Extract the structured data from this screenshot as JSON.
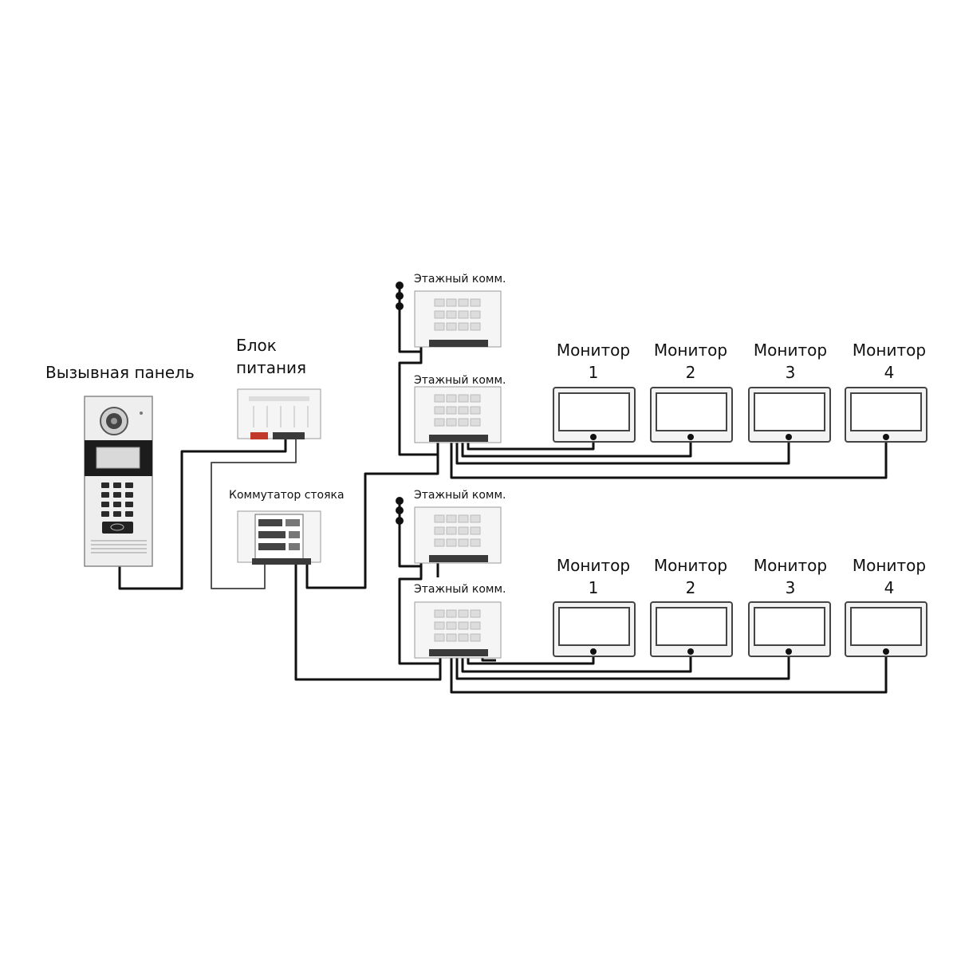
{
  "labels": {
    "call_panel": "Вызывная панель",
    "power_line1": "Блок",
    "power_line2": "питания",
    "riser_switch": "Коммутатор стояка",
    "floor_switch": "Этажный комм.",
    "monitor": "Монитор"
  },
  "monitor_numbers": [
    "1",
    "2",
    "3",
    "4"
  ],
  "colors": {
    "wire": "#111111",
    "device_body": "#f4f4f4",
    "device_border": "#9a9a9a",
    "terminal_block": "#3a3a3a",
    "power_terminal": "#c0392b"
  }
}
